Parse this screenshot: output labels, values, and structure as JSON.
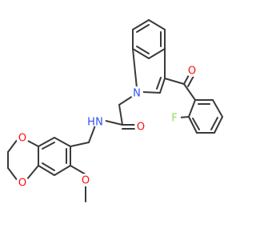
{
  "molecule": {
    "atoms": [
      {
        "id": "N1",
        "label": "N",
        "color": "#3050f8"
      },
      {
        "id": "O_ketone",
        "label": "O",
        "color": "#ff0d0d"
      },
      {
        "id": "F",
        "label": "F",
        "color": "#90e050"
      },
      {
        "id": "NH",
        "label": "N",
        "color": "#3050f8"
      },
      {
        "id": "H",
        "label": "H",
        "color": "#3050f8"
      },
      {
        "id": "O_amide",
        "label": "O",
        "color": "#ff0d0d"
      },
      {
        "id": "O_ring_top",
        "label": "O",
        "color": "#ff0d0d"
      },
      {
        "id": "O_ring_bottom",
        "label": "O",
        "color": "#ff0d0d"
      },
      {
        "id": "O_methoxy",
        "label": "O",
        "color": "#ff0d0d"
      }
    ],
    "bond_color": "#3a3a3a"
  }
}
